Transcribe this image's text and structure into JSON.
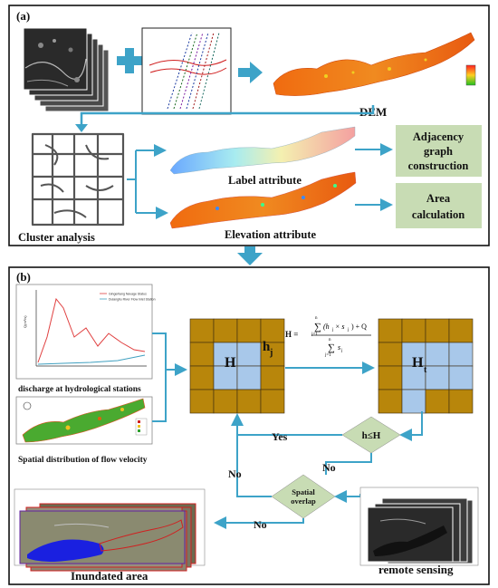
{
  "panel_a": {
    "label": "(a)",
    "dem_label": "DEM",
    "label_attribute": "Label attribute",
    "elevation_attribute": "Elevation attribute",
    "cluster_analysis": "Cluster analysis",
    "adjacency_box": [
      "Adjacency",
      "graph",
      "construction"
    ],
    "area_box": [
      "Area",
      "calculation"
    ]
  },
  "panel_b": {
    "label": "(b)",
    "discharge_caption": "discharge at hydrological stations",
    "flow_caption": "Spatial distribution of flow velocity",
    "grid_left_center": "H",
    "grid_left_neighbor": "h",
    "grid_left_neighbor_sub": "j",
    "grid_right_center": "H",
    "grid_right_center_sub": "t",
    "formula": {
      "lhs": "H =",
      "numerator_sum": "∑",
      "numerator_top": "n",
      "numerator_bottom": "j=1",
      "numerator_body": "(h",
      "numerator_body_sub": "j",
      "numerator_times": " × s",
      "numerator_times_sub": "j",
      "numerator_tail": ") + Q",
      "denominator_top": "n",
      "denominator_bottom": "j=1",
      "denominator_body": "s",
      "denominator_body_sub": "j"
    },
    "decision_h": "h≤H",
    "yes_label": "Yes",
    "no_label_1": "No",
    "no_label_2": "No",
    "no_label_3": "No",
    "spatial_overlap": [
      "Spatial",
      "overlap"
    ],
    "inundated_caption": "Inundated area",
    "remote_sensing_caption": "remote sensing"
  },
  "mini_chart": {
    "legend": [
      "Gingerliang Navage Status",
      "Dulangliu River Flow Inlet Station"
    ],
    "ylabel": "Q(m³/s)"
  },
  "colors": {
    "arrow": "#3da3c8",
    "green_box": "#c8dcb4",
    "diamond": "#c8dcb4",
    "grid_brown": "#b8860b",
    "grid_blue": "#a8c8ea"
  }
}
